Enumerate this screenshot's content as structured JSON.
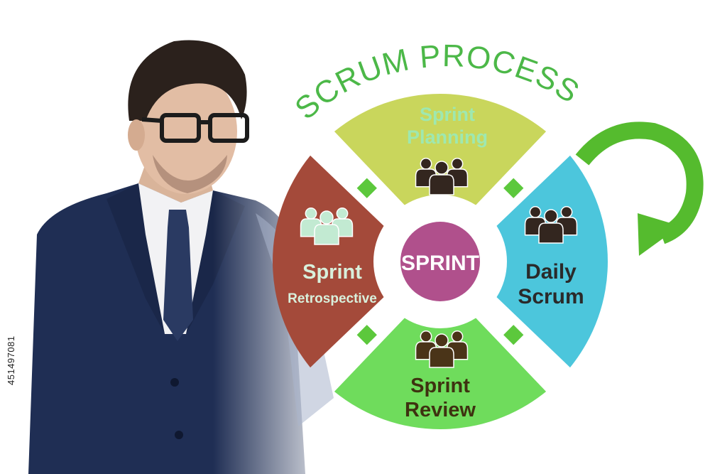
{
  "diagram": {
    "title": "SCRUM PROCESS",
    "center": {
      "label": "SPRINT",
      "color": "#b0508c"
    },
    "segments": [
      {
        "id": "planning",
        "lines": [
          "Sprint",
          "Planning"
        ],
        "color": "#c9d65c",
        "text_color": "#9ee8b0",
        "icon": "team-icon",
        "icon_color": "#33261f"
      },
      {
        "id": "daily",
        "lines": [
          "Daily",
          "Scrum"
        ],
        "color": "#4cc6dc",
        "text_color": "#2a2a2a",
        "icon": "team-icon",
        "icon_color": "#33261f"
      },
      {
        "id": "review",
        "lines": [
          "Sprint",
          "Review"
        ],
        "color": "#6fdc5c",
        "text_color": "#3e3210",
        "icon": "team-icon",
        "icon_color": "#4a3418"
      },
      {
        "id": "retrospective",
        "lines": [
          "Sprint",
          "Retrospective"
        ],
        "color": "#a44a3a",
        "text_color": "#d8f0dc",
        "icon": "team-icon",
        "icon_color": "#c2ead2"
      }
    ],
    "connector_color": "#5cc83c",
    "arrow_color": "#55bb2e",
    "title_color": "#4cb848"
  },
  "photo": {
    "subject": "businessman-in-suit",
    "suit_color": "#1f2e54",
    "shirt_color": "#f2f2f4",
    "tie_color": "#2a3a62"
  },
  "stock_id": "451497081"
}
